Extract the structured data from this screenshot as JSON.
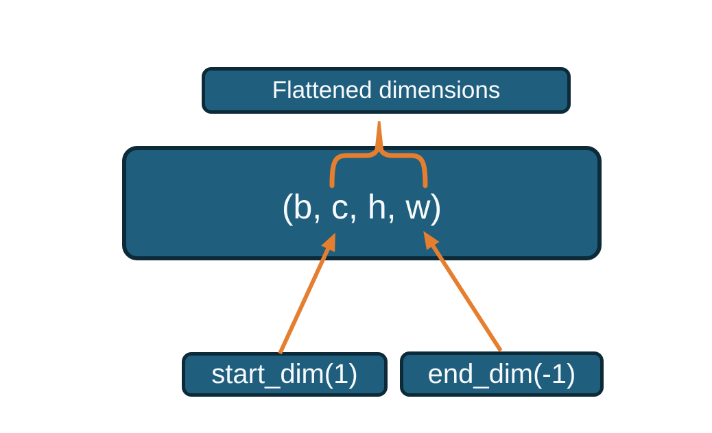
{
  "colors": {
    "background": "#ffffff",
    "box_fill": "#205e7e",
    "box_border": "#0c2a38",
    "text_color": "#f7fafc",
    "connector": "#e67e30"
  },
  "diagram": {
    "title_box": {
      "label": "Flattened dimensions"
    },
    "tensor_box": {
      "label": "(b, c, h, w)"
    },
    "start_dim_box": {
      "label": "start_dim(1)"
    },
    "end_dim_box": {
      "label": "end_dim(-1)"
    }
  }
}
